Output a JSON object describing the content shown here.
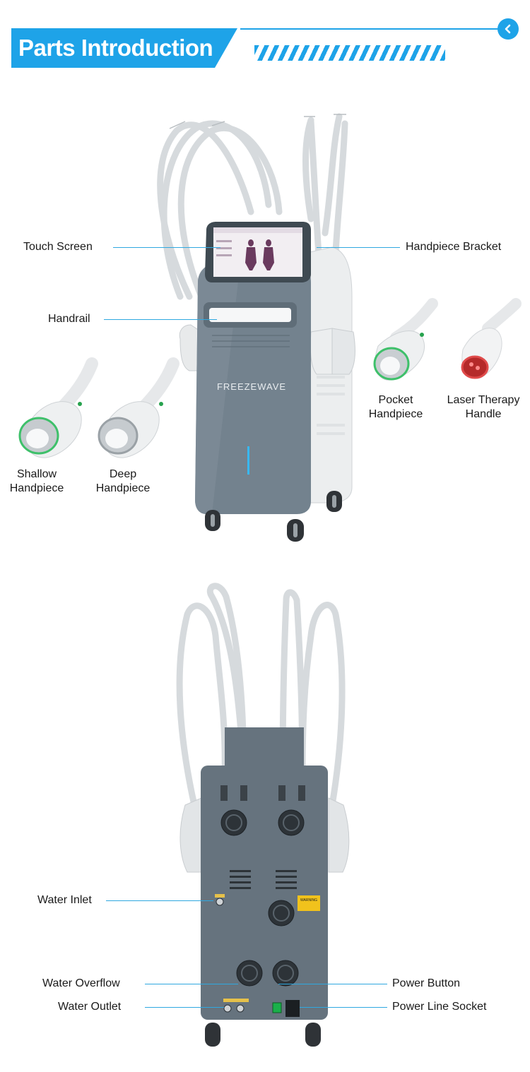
{
  "header": {
    "title": "Parts Introduction"
  },
  "front": {
    "brand": "FREEZEWAVE",
    "labels": {
      "touch_screen": "Touch Screen",
      "handpiece_bracket": "Handpiece Bracket",
      "handrail": "Handrail"
    },
    "handpieces": {
      "pocket": [
        "Pocket",
        "Handpiece"
      ],
      "laser": [
        "Laser Therapy",
        "Handle"
      ],
      "shallow": [
        "Shallow",
        "Handpiece"
      ],
      "deep": [
        "Deep",
        "Handpiece"
      ]
    }
  },
  "back": {
    "warning_text": "WARNING",
    "labels": {
      "water_inlet": "Water Inlet",
      "water_overflow": "Water Overflow",
      "water_outlet": "Water Outlet",
      "power_button": "Power Button",
      "power_line_socket": "Power Line Socket"
    }
  },
  "colors": {
    "accent": "#1ea3e8",
    "machine_body": "#6f7f8b",
    "leader_line": "#2fa8e0"
  }
}
